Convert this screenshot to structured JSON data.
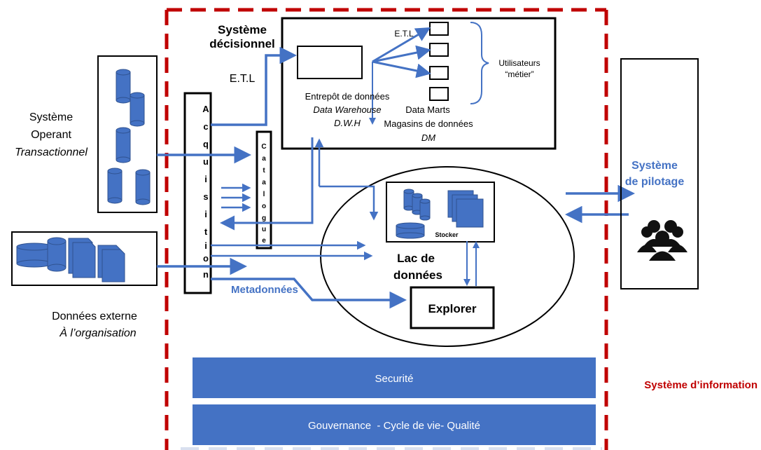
{
  "labels": {
    "systeme_decisionnel_1": "Système",
    "systeme_decisionnel_2": "décisionnel",
    "etl_left": "E.T.L",
    "etl_top": "E.T.L",
    "utilisateurs_1": "Utilisateurs",
    "utilisateurs_2": "“métier”",
    "entrepot_1": "Entrepôt de données",
    "entrepot_2": "Data Warehouse",
    "entrepot_3": "D.W.H",
    "datamarts_1": "Data Marts",
    "datamarts_2": "Magasins de données",
    "datamarts_3": "DM",
    "systeme_operant_1": "Système",
    "systeme_operant_2": "Operant",
    "systeme_operant_3": "Transactionnel",
    "donnees_externe_1": "Données externe",
    "donnees_externe_2": "À l’organisation",
    "acquisition": [
      "A",
      "c",
      "q",
      "u",
      "i",
      "s",
      "i",
      "t",
      "i",
      "o",
      "n"
    ],
    "catalogue": [
      "C",
      "a",
      "t",
      "a",
      "l",
      "o",
      "g",
      "u",
      "e"
    ],
    "metadonnees": "Metadonnées",
    "stocker": "Stocker",
    "lac_1": "Lac de",
    "lac_2": "données",
    "explorer": "Explorer",
    "pilotage_1": "Système",
    "pilotage_2": "de pilotage",
    "systeme_information": "Système d’information",
    "securite": "Securité",
    "gouvernance": "Gouvernance  - Cycle de vie- Qualité"
  },
  "colors": {
    "accent_blue": "#4472C4",
    "dashed_red": "#C00000",
    "band_blue": "#4472C4",
    "black": "#000000"
  }
}
